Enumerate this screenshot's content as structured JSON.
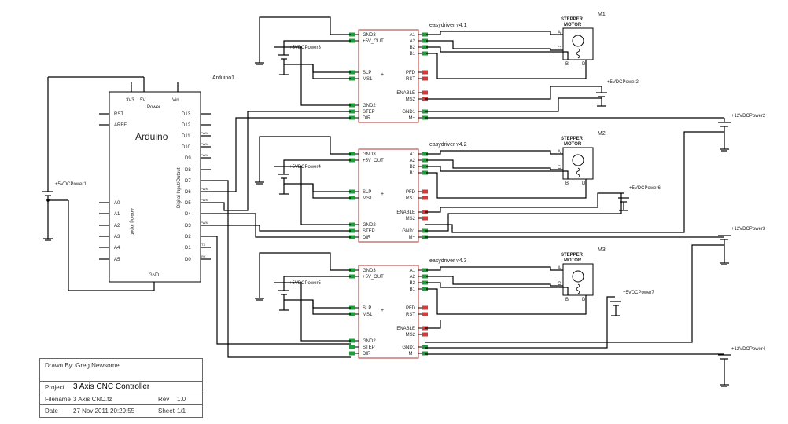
{
  "arduino": {
    "name": "Arduino1",
    "title": "Arduino",
    "power_pins": [
      "3V3",
      "5V",
      "Vin"
    ],
    "power_label": "Power",
    "left_top": [
      "RST",
      "AREF"
    ],
    "analog": [
      "A0",
      "A1",
      "A2",
      "A3",
      "A4",
      "A5"
    ],
    "analog_label": "Analog Input",
    "digital": [
      "D13",
      "D12",
      "D11",
      "D10",
      "D9",
      "D8",
      "D7",
      "D6",
      "D5",
      "D4",
      "D3",
      "D2",
      "D1",
      "D0"
    ],
    "pwm": "PWM",
    "tx": "TX",
    "rx": "RX",
    "digital_label": "Digital Input/Output",
    "gnd": "GND"
  },
  "driver": {
    "left_pins": [
      "GND3",
      "+5V_OUT",
      "SLP",
      "MS1",
      "GND2",
      "STEP",
      "DIR"
    ],
    "right_pins": [
      "A1",
      "A2",
      "B2",
      "B1",
      "PFD",
      "RST",
      "ENABLE",
      "MS2",
      "GND1",
      "M+"
    ],
    "plus": "+",
    "names": [
      "easydriver v4.1",
      "easydriver v4.2",
      "easydriver v4.3"
    ]
  },
  "motor": {
    "title_line1": "STEPPER",
    "title_line2": "MOTOR",
    "names": [
      "M1",
      "M2",
      "M3"
    ],
    "pins": [
      "A",
      "C",
      "B",
      "D"
    ]
  },
  "power": {
    "p5v": [
      "+5VDCPower1",
      "+5VDCPower3",
      "+5VDCPower4",
      "+5VDCPower5",
      "+5VDCPower2",
      "+5VDCPower6",
      "+5VDCPower7"
    ],
    "p12v": [
      "+12VDCPower2",
      "+12VDCPower3",
      "+12VDCPower4"
    ]
  },
  "titleblock": {
    "drawn_by": "Drawn By: Greg Newsome",
    "project_label": "Project",
    "project": "3 Axis CNC Controller",
    "filename_label": "Filename",
    "filename": "3 Axis CNC.fz",
    "rev_label": "Rev",
    "rev": "1.0",
    "date_label": "Date",
    "date": "27 Nov 2011 20:29:55",
    "sheet_label": "Sheet",
    "sheet": "1/1"
  },
  "colors": {
    "pin_pad": "#1e9e3a",
    "pin_pad_unused": "#d43a3a",
    "driver_outline": "#b03030"
  }
}
